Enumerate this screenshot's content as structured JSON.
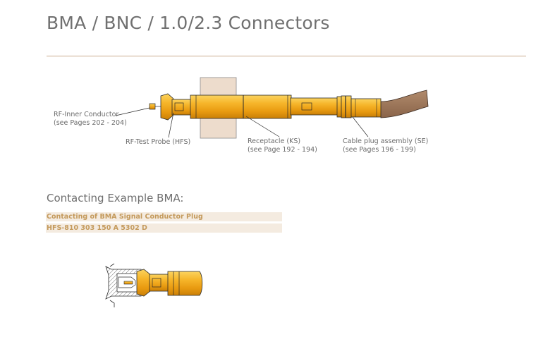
{
  "page": {
    "title": "BMA / BNC / 1.0/2.3 Connectors"
  },
  "diagram": {
    "labels": {
      "inner_conductor_line1": "RF-Inner Conductor",
      "inner_conductor_line2": "(see Pages 202 - 204)",
      "test_probe": "RF-Test Probe (HFS)",
      "receptacle_line1": "Receptacle (KS)",
      "receptacle_line2": "(see Page 192 - 194)",
      "cable_plug_line1": "Cable plug assembly (SE)",
      "cable_plug_line2": "(see Pages 196 - 199)"
    }
  },
  "example": {
    "heading": "Contacting Example BMA:",
    "row1": "Contacting of BMA Signal Conductor Plug",
    "row2": "HFS-810 303 150 A 5302 D"
  },
  "colors": {
    "gold": "#f2a81c",
    "gold_dark": "#c97f07",
    "cable": "#a07a5c",
    "panel": "#eddccc",
    "accent_line": "#c9ab8c"
  }
}
